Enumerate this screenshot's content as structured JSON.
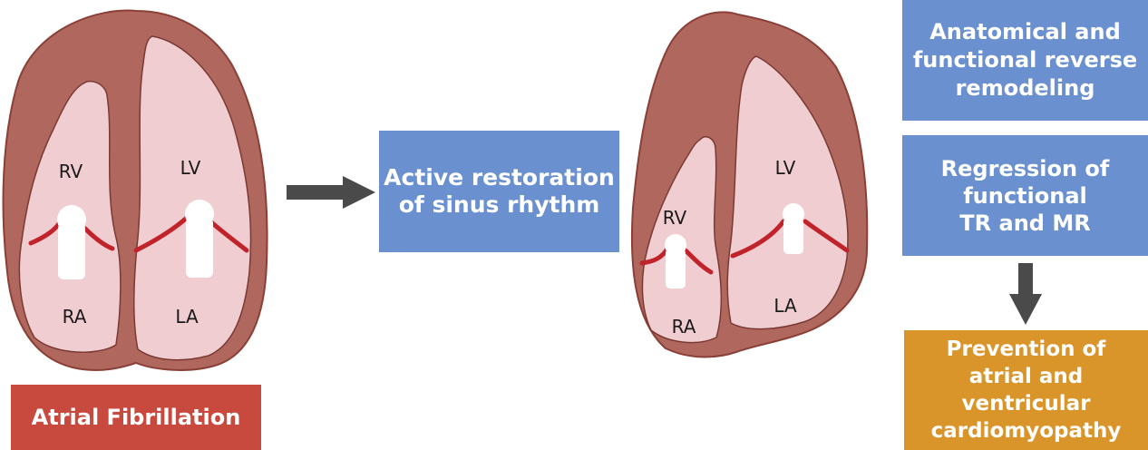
{
  "left_heart": {
    "labels": {
      "rv": "RV",
      "lv": "LV",
      "ra": "RA",
      "la": "LA"
    },
    "caption": "Atrial Fibrillation"
  },
  "middle_box": {
    "text": "Active restoration\nof sinus rhythm"
  },
  "right_heart": {
    "labels": {
      "rv": "RV",
      "lv": "LV",
      "ra": "RA",
      "la": "LA"
    }
  },
  "outcomes": {
    "remodeling": "Anatomical and\nfunctional reverse\nremodeling",
    "regression": "Regression of\nfunctional\nTR and MR",
    "prevention": "Prevention of\natrial and\nventricular\ncardiomyopathy"
  },
  "colors": {
    "heart_wall": "#b0675e",
    "heart_wall_outline": "#8a3f37",
    "chamber": "#f0cdd1",
    "valve_line": "#c0242a",
    "blue_box": "#6a90cf",
    "red_box": "#c8493d",
    "orange_box": "#d9952a",
    "arrow": "#4a4a4a"
  },
  "icons": [
    "right-arrow-icon",
    "down-arrow-icon"
  ]
}
